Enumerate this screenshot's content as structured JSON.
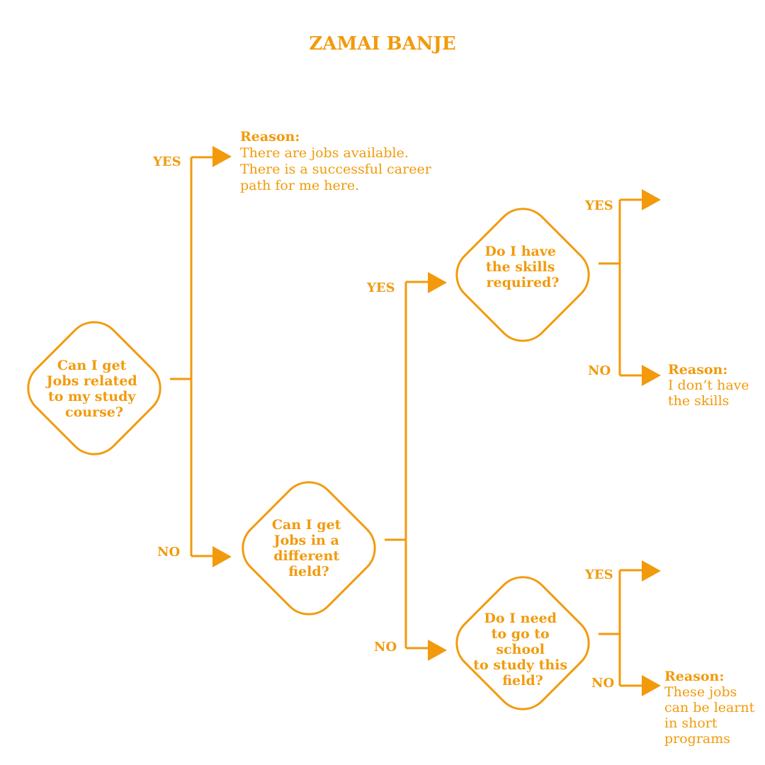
{
  "title": "ZAMAI BANJE",
  "accent_color": "#F29A0C",
  "nodes": {
    "q1": [
      "Can I get",
      "Jobs related",
      "to my study",
      "course?"
    ],
    "q2": [
      "Can I get",
      "Jobs in a",
      "different",
      "field?"
    ],
    "q3": [
      "Do I have",
      "the skills",
      "required?"
    ],
    "q4": [
      "Do I need",
      "to go to",
      "school",
      "to study this",
      "field?"
    ]
  },
  "labels": {
    "yes": "YES",
    "no": "NO"
  },
  "reasons": {
    "r1": {
      "heading": "Reason:",
      "lines": [
        "There are jobs available.",
        "There is a successful career",
        "path for me here."
      ]
    },
    "r2": {
      "heading": "Reason:",
      "lines": [
        "I don’t have",
        "the skills"
      ]
    },
    "r3": {
      "heading": "Reason:",
      "lines": [
        "These jobs",
        "can be learnt",
        "in short",
        "programs"
      ]
    }
  }
}
